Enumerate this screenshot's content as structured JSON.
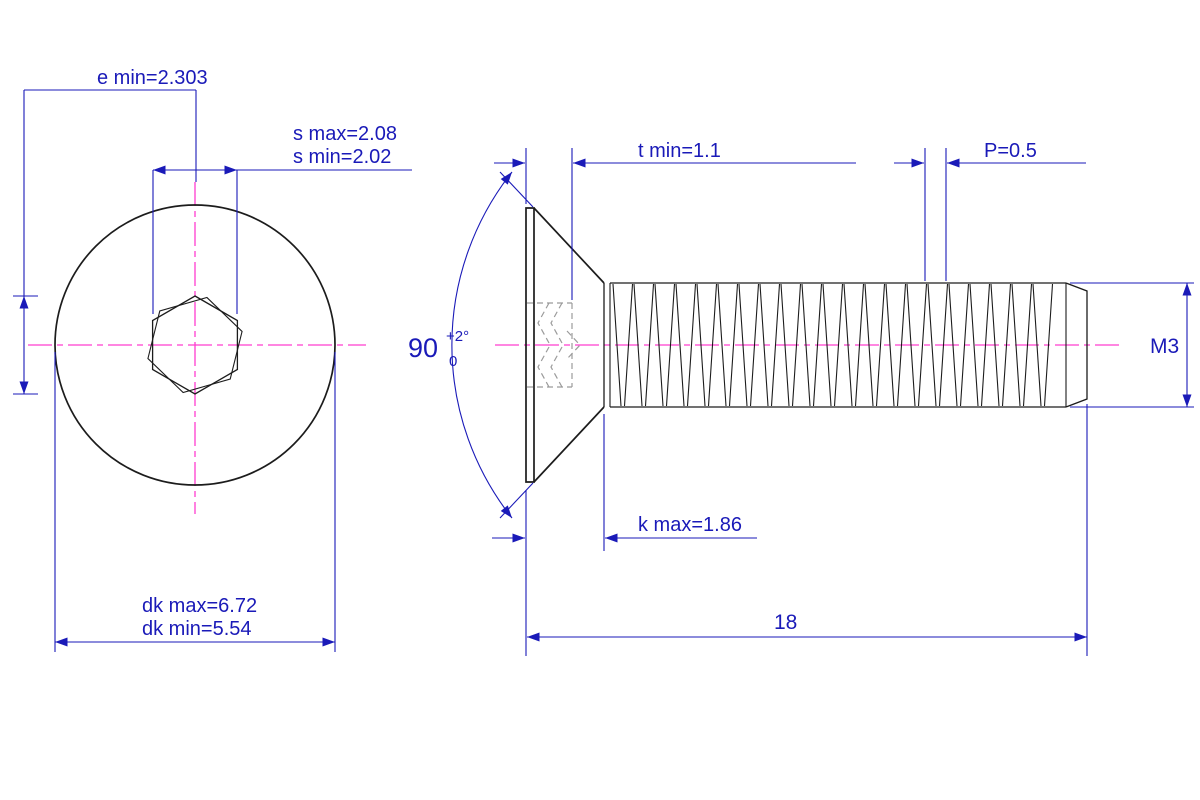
{
  "labels": {
    "e_min": "e min=2.303",
    "s_max": "s max=2.08",
    "s_min": "s min=2.02",
    "t_min": "t min=1.1",
    "pitch": "P=0.5",
    "angle_value": "90",
    "angle_tol_upper": "+2°",
    "angle_tol_lower": "0",
    "thread_size": "M3",
    "k_max": "k max=1.86",
    "dk_max": "dk max=6.72",
    "dk_min": "dk min=5.54",
    "length": "18"
  },
  "colors": {
    "dimension": "#1a1ab8",
    "outline": "#1c1c1c",
    "centerline": "#ff3dcf",
    "hidden": "#9b9b9b",
    "background": "#ffffff"
  }
}
